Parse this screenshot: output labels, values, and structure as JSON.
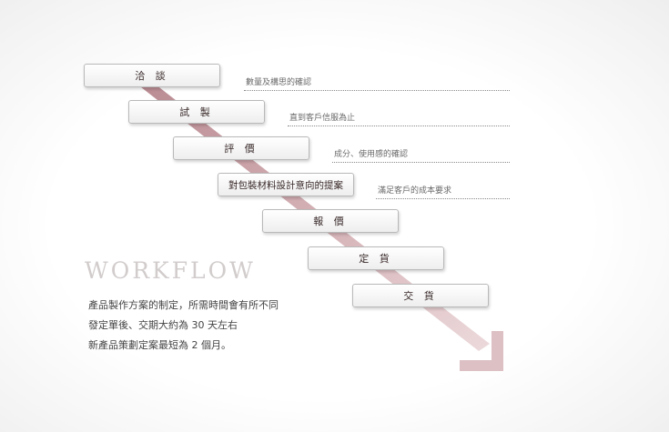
{
  "steps": [
    {
      "label": "洽 談",
      "note": "數量及構思的確認"
    },
    {
      "label": "試 製",
      "note": "直到客戶信服為止"
    },
    {
      "label": "評 價",
      "note": "成分、使用感的確認"
    },
    {
      "label": "對包裝材料設計意向的提案",
      "note": "滿足客戶的成本要求"
    },
    {
      "label": "報 價",
      "note": ""
    },
    {
      "label": "定 貨",
      "note": ""
    },
    {
      "label": "交 貨",
      "note": ""
    }
  ],
  "workflow_title": "WORKFLOW",
  "description": [
    "產品製作方案的制定，所需時間會有所不同",
    "發定單後、交期大約為 30 天左右",
    "新產品策劃定案最短為 2 個月。"
  ],
  "colors": {
    "arrow": "#d9b8bc",
    "arrow_edge": "#c99aa1"
  }
}
